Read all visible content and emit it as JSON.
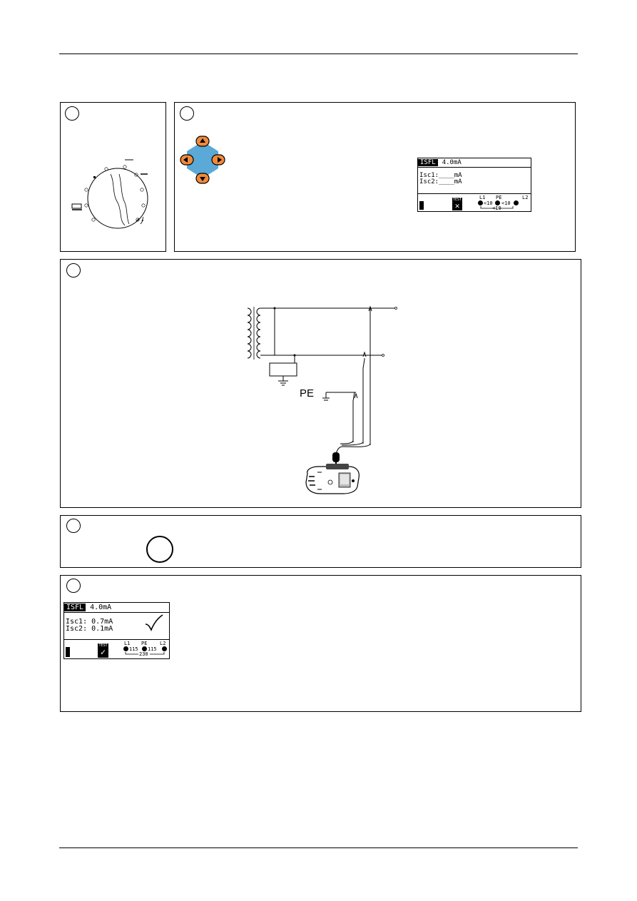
{
  "screen_before": {
    "function": "ISFL",
    "limit": "4.0mA",
    "isc1": "Isc1:____mA",
    "isc2": "Isc2:____mA",
    "test_label": "TEST",
    "l1": "L1",
    "pe": "PE",
    "l2": "L2",
    "v_l1_pe": "<10",
    "v_pe_l2": "<10",
    "v_l1_l2": "<10"
  },
  "schematic": {
    "pe_label": "PE"
  },
  "screen_after": {
    "function": "ISFL",
    "limit": "4.0mA",
    "isc1": "Isc1: 0.7mA",
    "isc2": "Isc2: 0.1mA",
    "test_label": "TEST",
    "l1": "L1",
    "pe": "PE",
    "l2": "L2",
    "v_l1_pe": "115",
    "v_pe_l2": "115",
    "v_l1_l2": "230"
  },
  "colors": {
    "keypad_fill": "#5aa9d6",
    "key_fill": "#f08a3c"
  }
}
